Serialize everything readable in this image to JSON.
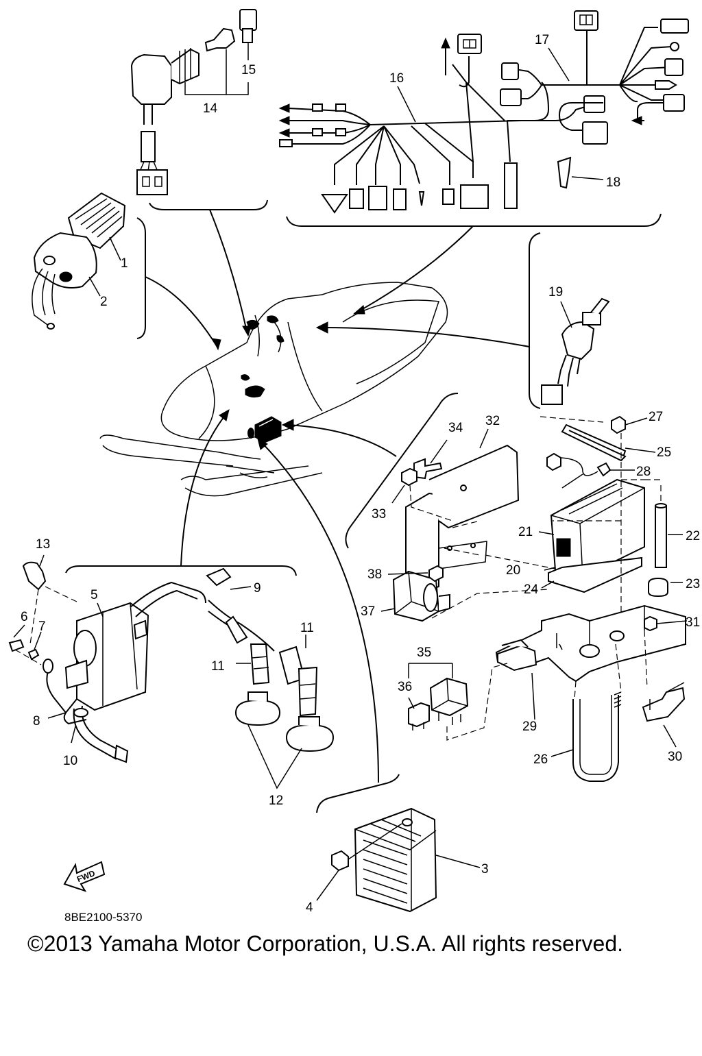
{
  "labels": {
    "p1": "1",
    "p2": "2",
    "p3": "3",
    "p4": "4",
    "p5": "5",
    "p6": "6",
    "p7": "7",
    "p8": "8",
    "p9": "9",
    "p10": "10",
    "p11a": "11",
    "p11b": "11",
    "p12": "12",
    "p13": "13",
    "p14": "14",
    "p15": "15",
    "p16": "16",
    "p17": "17",
    "p18": "18",
    "p19": "19",
    "p20": "20",
    "p21": "21",
    "p22": "22",
    "p23": "23",
    "p24": "24",
    "p25": "25",
    "p26": "26",
    "p27": "27",
    "p28": "28",
    "p29": "29",
    "p30": "30",
    "p31": "31",
    "p32": "32",
    "p33": "33",
    "p34": "34",
    "p35": "35",
    "p36": "36",
    "p37": "37",
    "p38": "38"
  },
  "fwd_label": "FWD",
  "diagram_code": "8BE2100-5370",
  "copyright": "©2013 Yamaha Motor Corporation, U.S.A. All rights reserved."
}
